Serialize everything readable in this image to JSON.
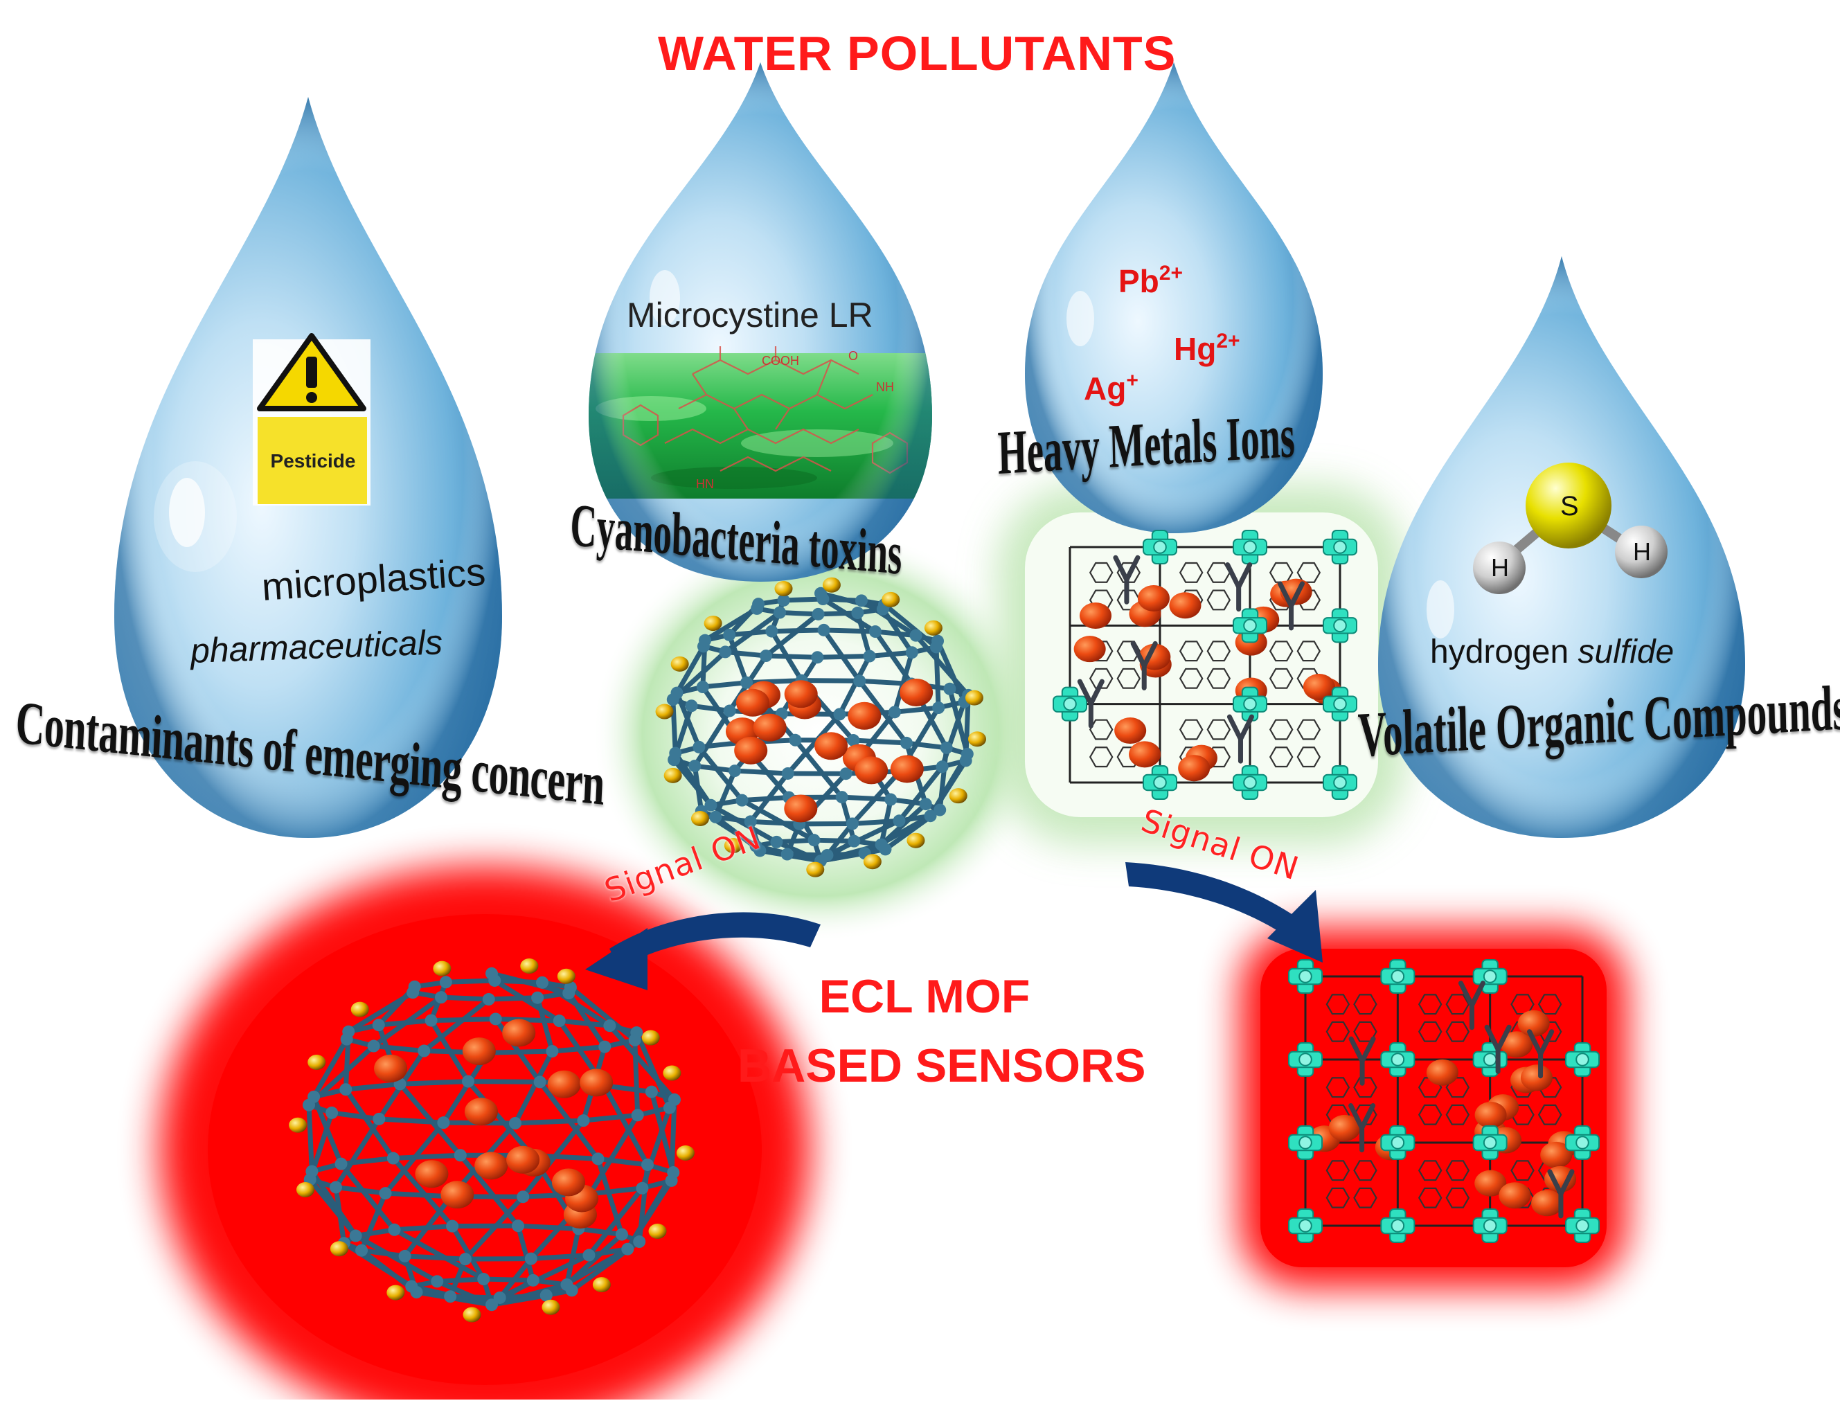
{
  "title": "WATER POLLUTANTS",
  "drops": {
    "cec": {
      "warning_label": "Pesticide",
      "item1": "microplastics",
      "item2": "pharmaceuticals",
      "caption": "Contaminants of emerging concern",
      "icons": [
        "warning-triangle-icon"
      ]
    },
    "cyano": {
      "label": "Microcystine LR",
      "caption": "Cyanobacteria toxins",
      "structure_labels": [
        "COOH",
        "HN",
        "NH",
        "O"
      ]
    },
    "metals": {
      "ions": [
        {
          "base": "Pb",
          "charge": "2+"
        },
        {
          "base": "Hg",
          "charge": "2+"
        },
        {
          "base": "Ag",
          "charge": "+"
        }
      ],
      "caption": "Heavy Metals Ions"
    },
    "voc": {
      "molecule": {
        "center": "S",
        "left": "H",
        "right": "H"
      },
      "label_plain": "hydrogen ",
      "label_italic": "sulfide",
      "caption": "Volatile Organic Compounds"
    }
  },
  "signal_left": "Signal ON",
  "signal_right": "Signal ON",
  "center_line1": "ECL MOF",
  "center_line2": "BASED SENSORS",
  "colors": {
    "title_red": "#ff1a1a",
    "glow_red": "#ff0000",
    "glow_green": "#a8e0a0",
    "arrow_blue": "#0f3a7a",
    "cage_blue": "#2a5d7a",
    "sphere_orange": "#e8410f",
    "gold": "#e6b400",
    "cyan_node": "#2fe0c0",
    "drop_blue": "#5aa8d6"
  }
}
